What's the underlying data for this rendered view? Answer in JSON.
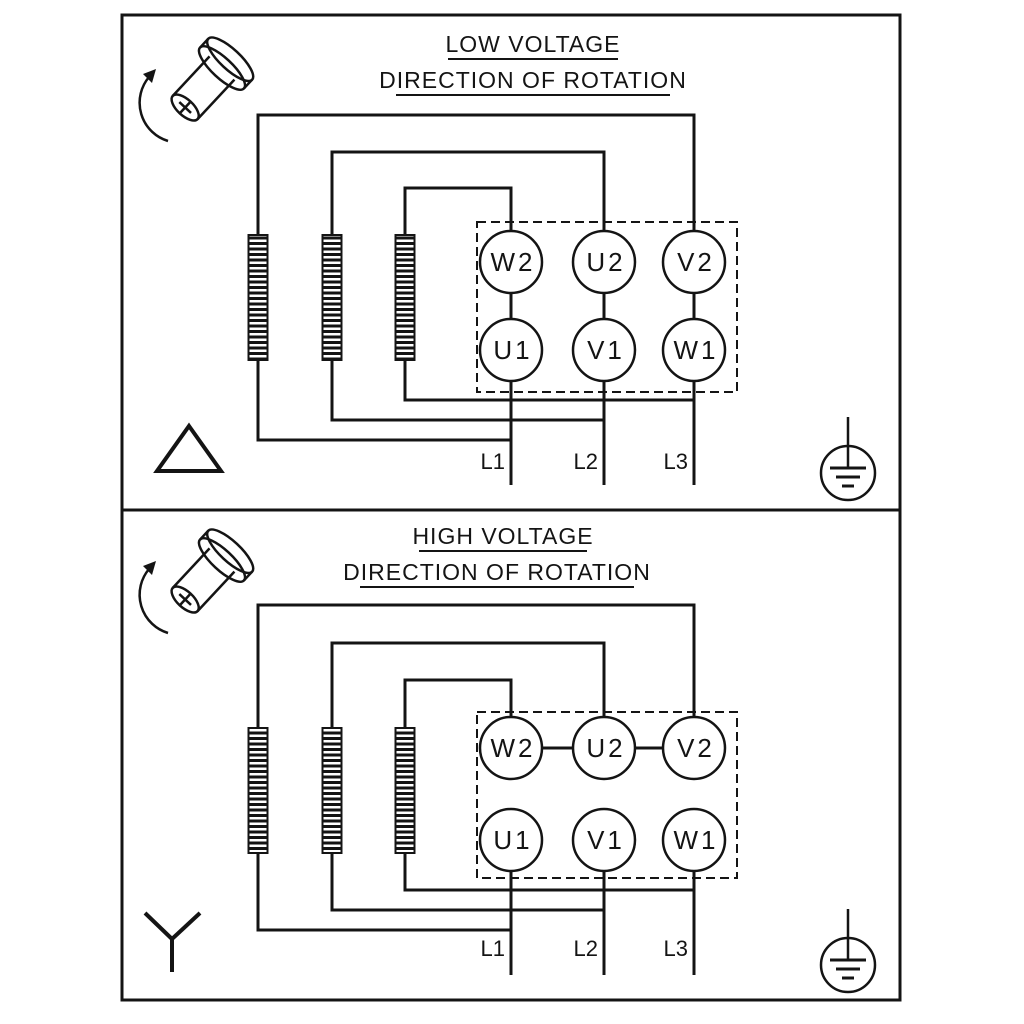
{
  "colors": {
    "line": "#141414",
    "background": "#ffffff"
  },
  "panels": [
    {
      "name": "low-voltage",
      "title": "LOW VOLTAGE",
      "subtitle": "DIRECTION OF ROTATION",
      "connection": "delta",
      "terminals_top": [
        "W2",
        "U2",
        "V2"
      ],
      "terminals_bottom": [
        "U1",
        "V1",
        "W1"
      ],
      "supply_lines": [
        "L1",
        "L2",
        "L3"
      ],
      "icons": [
        "rotating-shaft-icon",
        "delta-symbol-icon",
        "earth-ground-icon"
      ]
    },
    {
      "name": "high-voltage",
      "title": "HIGH VOLTAGE",
      "subtitle": "DIRECTION OF ROTATION",
      "connection": "star",
      "terminals_top": [
        "W2",
        "U2",
        "V2"
      ],
      "terminals_bottom": [
        "U1",
        "V1",
        "W1"
      ],
      "supply_lines": [
        "L1",
        "L2",
        "L3"
      ],
      "icons": [
        "rotating-shaft-icon",
        "star-symbol-icon",
        "earth-ground-icon"
      ]
    }
  ]
}
